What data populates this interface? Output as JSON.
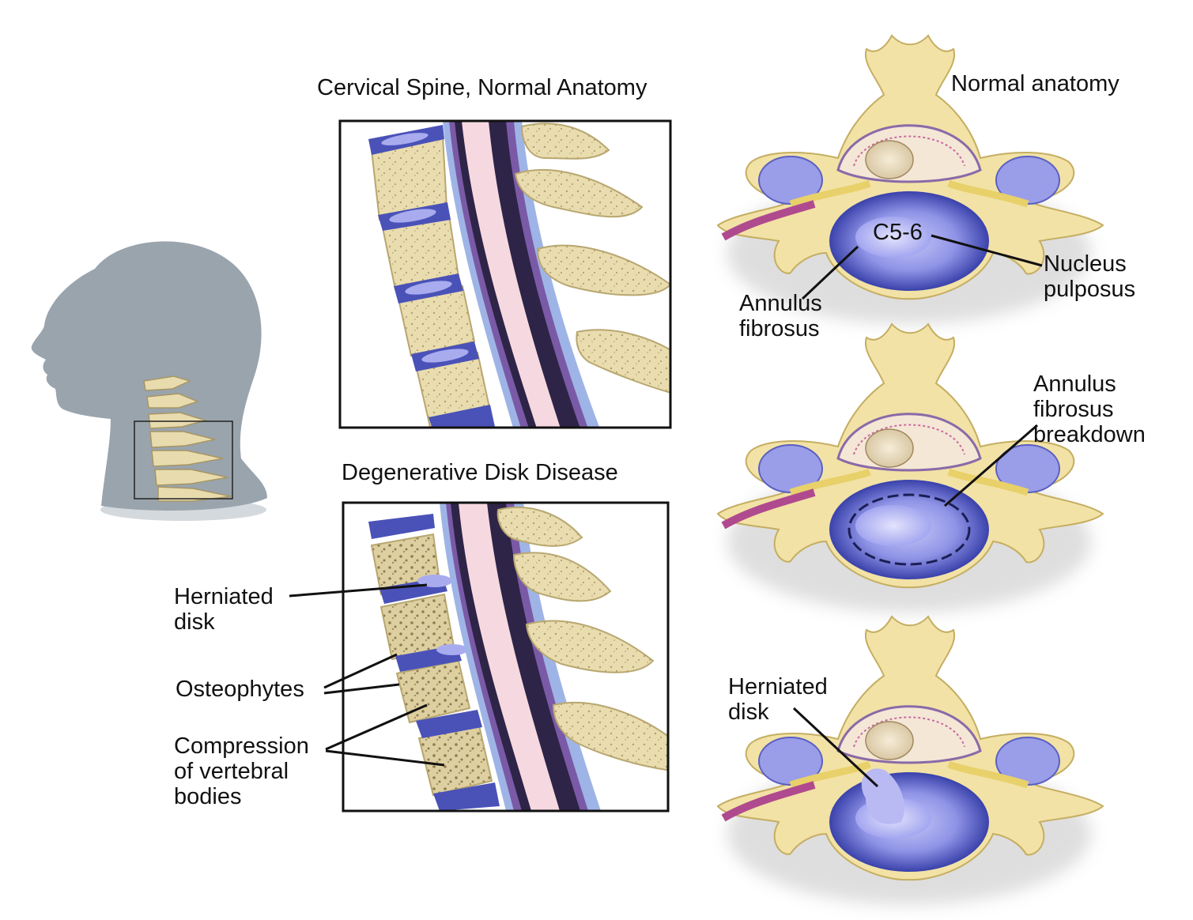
{
  "titles": {
    "normal_spine": "Cervical Spine, Normal Anatomy",
    "degenerative": "Degenerative Disk Disease",
    "normal_axial": "Normal anatomy"
  },
  "labels": {
    "level": "C5-6",
    "nucleus": [
      "Nucleus",
      "pulposus"
    ],
    "annulus": [
      "Annulus",
      "fibrosus"
    ],
    "breakdown": [
      "Annulus",
      "fibrosus",
      "breakdown"
    ],
    "herniated_axial": [
      "Herniated",
      "disk"
    ],
    "herniated_side": [
      "Herniated",
      "disk"
    ],
    "osteophytes": "Osteophytes",
    "compression": [
      "Compression",
      "of vertebral",
      "bodies"
    ]
  },
  "colors": {
    "bone": "#e9dcae",
    "bone_edge": "#b8a770",
    "disk": "#4a52b8",
    "disk_light": "#a9abef",
    "cord": "#f6d9e0",
    "dura": "#3a2a55",
    "silhouette": "#9aa4ad",
    "nerve": "#e8d06a"
  }
}
